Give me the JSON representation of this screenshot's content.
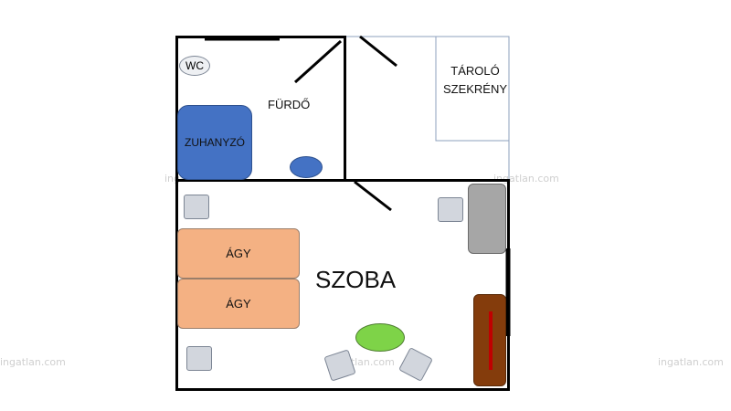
{
  "watermark": "ingatlan.com",
  "rooms": {
    "bathroom": "FÜRDŐ",
    "storage_line1": "TÁROLÓ",
    "storage_line2": "SZEKRÉNY",
    "room": "SZOBA"
  },
  "fixtures": {
    "wc": "WC",
    "shower": "ZUHANYZÓ",
    "bed1": "ÁGY",
    "bed2": "ÁGY"
  },
  "colors": {
    "wall": "#000000",
    "shower": "#4472c4",
    "sink": "#4472c4",
    "bed": "#f4b183",
    "table": "#7ed348",
    "cabinet": "#a6a6a6",
    "stove": "#843c0c",
    "stove_accent": "#c00000",
    "chair": "#d2d6dd"
  }
}
